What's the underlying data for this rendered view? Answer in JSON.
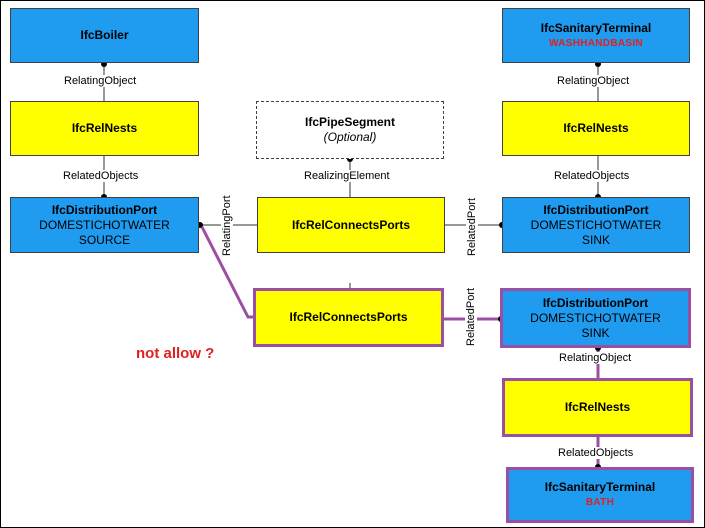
{
  "boxes": {
    "boiler": {
      "title": "IfcBoiler"
    },
    "rel_nests_left": {
      "title": "IfcRelNests"
    },
    "port_source": {
      "title": "IfcDistributionPort",
      "line1": "DOMESTICHOTWATER",
      "line2": "SOURCE"
    },
    "pipe_segment": {
      "title": "IfcPipeSegment",
      "subtitle": "(Optional)"
    },
    "connects_top": {
      "title": "IfcRelConnectsPorts"
    },
    "connects_bottom": {
      "title": "IfcRelConnectsPorts"
    },
    "sanitary_top": {
      "title": "IfcSanitaryTerminal",
      "subtitle": "WASHHANDBASIN"
    },
    "rel_nests_right": {
      "title": "IfcRelNests"
    },
    "port_sink_top": {
      "title": "IfcDistributionPort",
      "line1": "DOMESTICHOTWATER",
      "line2": "SINK"
    },
    "port_sink_bottom": {
      "title": "IfcDistributionPort",
      "line1": "DOMESTICHOTWATER",
      "line2": "SINK"
    },
    "rel_nests_bottom": {
      "title": "IfcRelNests"
    },
    "sanitary_bottom": {
      "title": "IfcSanitaryTerminal",
      "subtitle": "BATH"
    }
  },
  "labels": {
    "relating_object_left": "RelatingObject",
    "related_objects_left": "RelatedObjects",
    "relating_object_right": "RelatingObject",
    "related_objects_right": "RelatedObjects",
    "realizing_element": "RealizingElement",
    "relating_port": "RelatingPort",
    "related_port_top": "RelatedPort",
    "related_port_bottom": "RelatedPort",
    "relating_object_bottom": "RelatingObject",
    "related_objects_bottom": "RelatedObjects"
  },
  "note": "not allow ?",
  "colors": {
    "entity_blue": "#1f9bf0",
    "relation_yellow": "#ffff00",
    "highlight_purple": "#9b4fa3",
    "note_red": "#e02020"
  }
}
